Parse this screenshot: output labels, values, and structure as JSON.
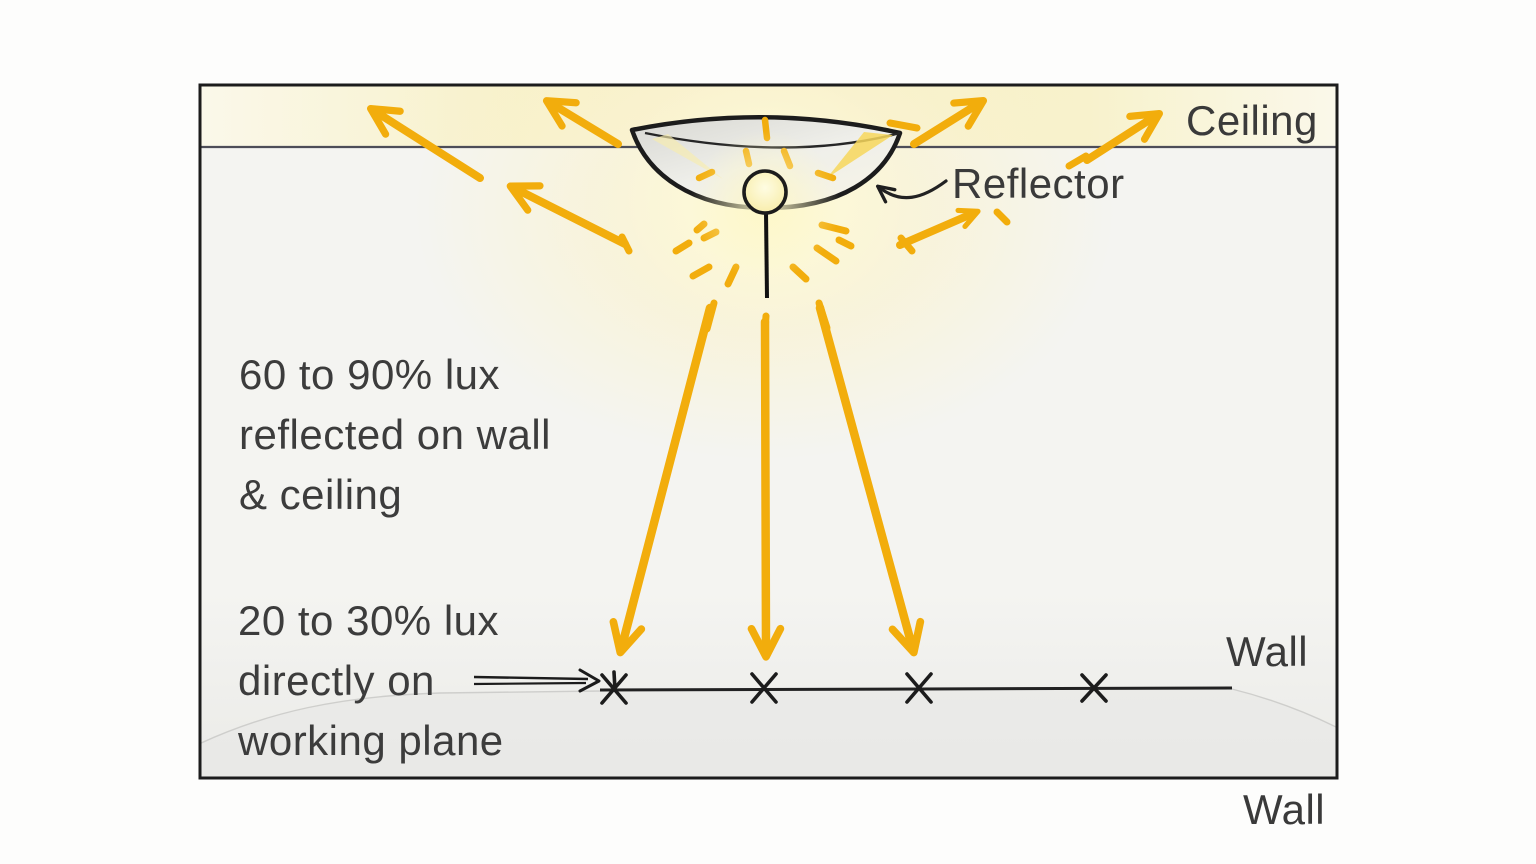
{
  "diagram": {
    "subject": "luminaire-light-distribution",
    "style": "hand-drawn-sketch"
  },
  "labels": {
    "ceiling": "Ceiling",
    "reflector": "Reflector",
    "wall_inner": "Wall",
    "wall_outer": "Wall"
  },
  "captions": {
    "reflected": {
      "lines": [
        "60 to 90% lux",
        "reflected on wall",
        "& ceiling"
      ]
    },
    "direct": {
      "lines": [
        "20 to 30% lux",
        "directly on",
        "working plane"
      ]
    }
  },
  "palette": {
    "ray_amber": "#F2AD0C",
    "ink_text": "#3a3a3a",
    "outline_black": "#1c1c1c",
    "ceiling_line": "#4d4d58",
    "glow_yellow": "#FBF3C8",
    "bulb_yellow": "#F9F0AC",
    "background": "#F4F4F1"
  },
  "counts": {
    "upward_reflected_arrows": 6,
    "downward_direct_arrows": 3,
    "working_plane_x_marks": 4
  }
}
